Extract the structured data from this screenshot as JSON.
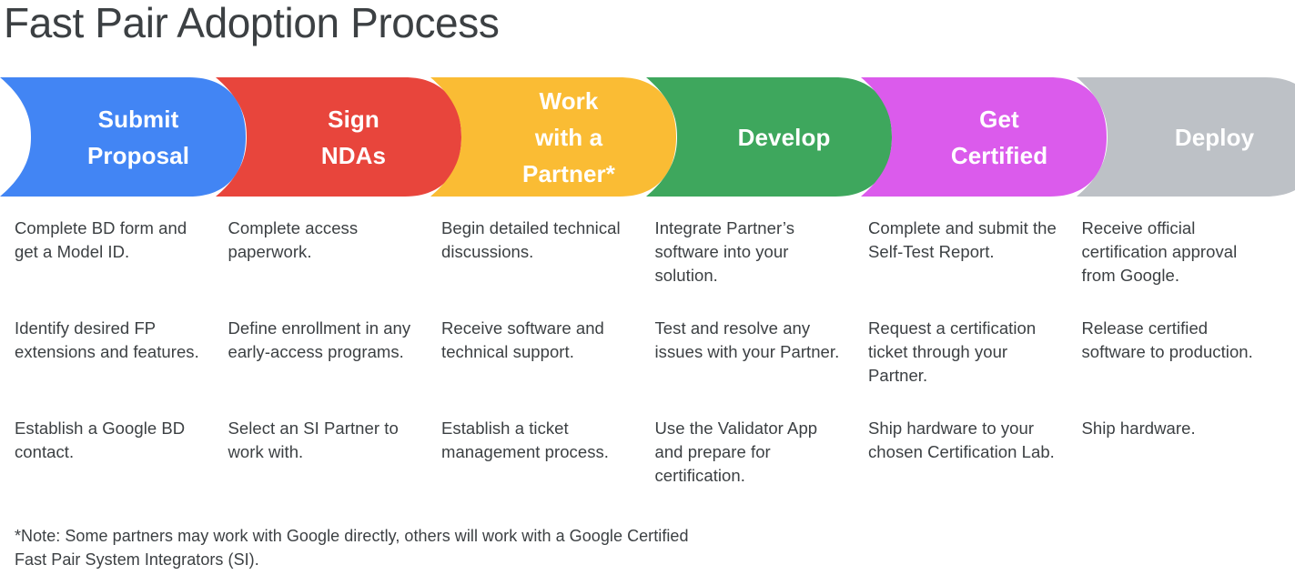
{
  "header": {
    "title": "Fast Pair Adoption Process",
    "title_color": "#3c4043"
  },
  "banner": {
    "steps": [
      {
        "id": "submit-proposal",
        "label_lines": [
          "Submit",
          "Proposal"
        ],
        "color": "#4285f4"
      },
      {
        "id": "sign-ndas",
        "label_lines": [
          "Sign",
          "NDAs"
        ],
        "color": "#e8453c"
      },
      {
        "id": "work-with-a-partner",
        "label_lines": [
          "Work",
          "with a",
          "Partner*"
        ],
        "color": "#fabc34"
      },
      {
        "id": "develop",
        "label_lines": [
          "Develop"
        ],
        "color": "#3ea75d"
      },
      {
        "id": "get-certified",
        "label_lines": [
          "Get",
          "Certified"
        ],
        "color": "#db5bec"
      },
      {
        "id": "deploy",
        "label_lines": [
          "Deploy"
        ],
        "color": "#bdc1c6"
      }
    ],
    "label_color": "#ffffff"
  },
  "columns": [
    {
      "step": "submit-proposal",
      "items": [
        "Complete BD form and get a Model ID.",
        "Identify desired FP extensions and features.",
        "Establish a Google BD contact."
      ]
    },
    {
      "step": "sign-ndas",
      "items": [
        "Complete access paperwork.",
        "Define enrollment in any early-access programs.",
        "Select an SI Partner to work with."
      ]
    },
    {
      "step": "work-with-a-partner",
      "items": [
        "Begin detailed technical discussions.",
        "Receive software and technical support.",
        "Establish a ticket management process."
      ]
    },
    {
      "step": "develop",
      "items": [
        "Integrate Partner’s software into your solution.",
        "Test and resolve any issues with your Partner.",
        "Use the Validator App and prepare for certification."
      ]
    },
    {
      "step": "get-certified",
      "items": [
        "Complete and submit the Self-Test Report.",
        "Request a certification ticket through your Partner.",
        "Ship hardware to your chosen Certification Lab."
      ]
    },
    {
      "step": "deploy",
      "items": [
        "Receive official certification approval from Google.",
        "Release certified software to production.",
        "Ship hardware."
      ]
    }
  ],
  "footnote": {
    "text": "*Note: Some partners may work with Google directly, others will work with a Google Certified Fast Pair System Integrators (SI)."
  }
}
